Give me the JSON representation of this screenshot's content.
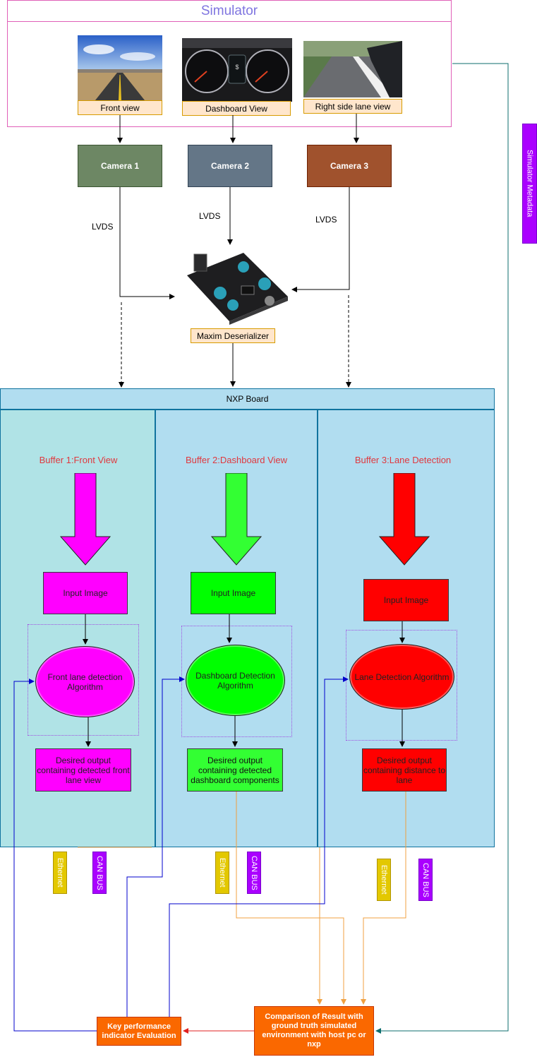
{
  "simulator": {
    "title": "Simulator",
    "views": [
      {
        "label": "Front view"
      },
      {
        "label": "Dashboard View"
      },
      {
        "label": "Right side lane view"
      }
    ]
  },
  "cameras": [
    {
      "label": "Camera 1",
      "color": "#6d8764"
    },
    {
      "label": "Camera 2",
      "color": "#647687"
    },
    {
      "label": "Camera 3",
      "color": "#a0522d"
    }
  ],
  "links": {
    "lvds": "LVDS"
  },
  "deserializer": {
    "label": "Maxim Deserializer"
  },
  "metadata": {
    "label": "Simulator Metadata",
    "color": "#aa00ff"
  },
  "nxp": {
    "title": "NXP Board",
    "lanes": [
      {
        "buffer_title": "Buffer 1:Front View",
        "input": "Input Image",
        "algorithm": "Front lane detection Algorithm",
        "output": "Desired output containing detected front lane view",
        "color": "#ff00ff",
        "bg": "#b0e3e6"
      },
      {
        "buffer_title": "Buffer 2:Dashboard View",
        "input": "Input Image",
        "algorithm": "Dashboard Detection Algorithm",
        "output": "Desired output containing detected dashboard components",
        "color": "#33ff33",
        "bg": "#b1ddf0"
      },
      {
        "buffer_title": "Buffer 3:Lane Detection",
        "input": "Input Image",
        "algorithm": "Lane Detection Algorithm",
        "output": "Desired output containing distance to lane",
        "color": "#ff0000",
        "bg": "#b1ddf0"
      }
    ]
  },
  "buses": {
    "ethernet": "Ethernet",
    "can": "CAN BUS",
    "ethernet_color": "#e3c800",
    "can_color": "#aa00ff"
  },
  "comparison": {
    "label": "Comparison of Result with ground truth simulated environment with host pc or nxp",
    "color": "#fa6800"
  },
  "kpi": {
    "label": "Key performance indicator Evaluation",
    "color": "#fa6800"
  }
}
